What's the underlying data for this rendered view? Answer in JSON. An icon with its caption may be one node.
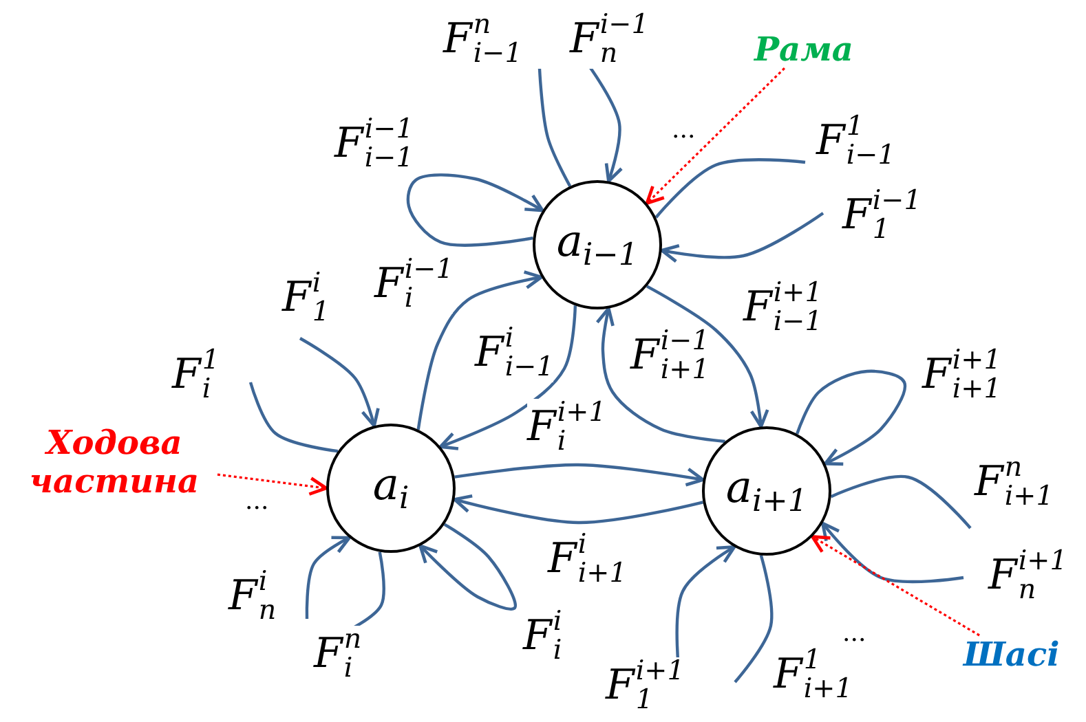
{
  "diagram": {
    "nodes": [
      {
        "text": [
          "a$_{i−1}$"
        ]
      },
      {
        "text": [
          "a$_{i}$"
        ]
      },
      {
        "text": [
          "a$_{i+1}$"
        ]
      },
      {
        "text": [
          "Рама"
        ]
      },
      {
        "text": [
          "Ходова частина"
        ]
      },
      {
        "text": [
          "Шасі"
        ]
      }
    ],
    "edges": [
      {
        "from": 1,
        "to": 0,
        "arrow": "to",
        "label": "F$^{i−1}$$_{i}$"
      },
      {
        "from": 0,
        "to": 1,
        "arrow": "to",
        "label": "F$^{i}$$_{i−1}$"
      },
      {
        "from": 0,
        "to": 2,
        "arrow": "to",
        "label": "F$^{i+1}$$_{i−1}$"
      },
      {
        "from": 2,
        "to": 0,
        "arrow": "to",
        "label": "F$^{i−1}$$_{i+1}$"
      },
      {
        "from": 1,
        "to": 2,
        "arrow": "to",
        "label": "F$^{i+1}$$_{i}$"
      },
      {
        "from": 2,
        "to": 1,
        "arrow": "to",
        "label": "F$^{i}$$_{i+1}$"
      },
      {
        "from": 0,
        "to": 0,
        "arrow": "to",
        "label": "F$^{i−1}$$_{i−1}$"
      },
      {
        "from": 2,
        "to": 2,
        "arrow": "to",
        "label": "F$^{i+1}$$_{i+1}$"
      },
      {
        "from": 1,
        "to": 1,
        "arrow": "to",
        "label": "F$^{i}$$_{i}$"
      },
      {
        "from": 0,
        "to": null,
        "arrow": "none",
        "label": "F$^{n}$$_{i−1}$"
      },
      {
        "from": null,
        "to": 0,
        "arrow": "to",
        "label": "F$^{i−1}$$_{n}$"
      },
      {
        "from": 0,
        "to": null,
        "arrow": "none",
        "label": "F$^{1}$$_{i−1}$"
      },
      {
        "from": null,
        "to": 0,
        "arrow": "to",
        "label": "F$^{i−1}$$_{1}$"
      },
      {
        "from": null,
        "to": 1,
        "arrow": "to",
        "label": "F$^{i}$$_{1}$"
      },
      {
        "from": 1,
        "to": null,
        "arrow": "none",
        "label": "F$^{1}$$_{i}$"
      },
      {
        "from": null,
        "to": 1,
        "arrow": "to",
        "label": "F$^{i}$$_{n}$"
      },
      {
        "from": 1,
        "to": null,
        "arrow": "none",
        "label": "F$^{n}$$_{i}$"
      },
      {
        "from": 2,
        "to": null,
        "arrow": "none",
        "label": "F$^{n}$$_{i+1}$"
      },
      {
        "from": null,
        "to": 2,
        "arrow": "to",
        "label": "F$^{i+1}$$_{n}$"
      },
      {
        "from": null,
        "to": 2,
        "arrow": "to",
        "label": "F$^{i+1}$$_{1}$"
      },
      {
        "from": 2,
        "to": null,
        "arrow": "none",
        "label": "F$^{1}$$_{i+1}$"
      },
      {
        "from": 3,
        "to": 0,
        "arrow": "to",
        "style": "dashed",
        "color": "#ff0000"
      },
      {
        "from": 4,
        "to": 1,
        "arrow": "to",
        "style": "dashed",
        "color": "#ff0000"
      },
      {
        "from": 5,
        "to": 2,
        "arrow": "to",
        "style": "dashed",
        "color": "#ff0000"
      }
    ],
    "labels": [
      "...",
      "...",
      "..."
    ]
  }
}
